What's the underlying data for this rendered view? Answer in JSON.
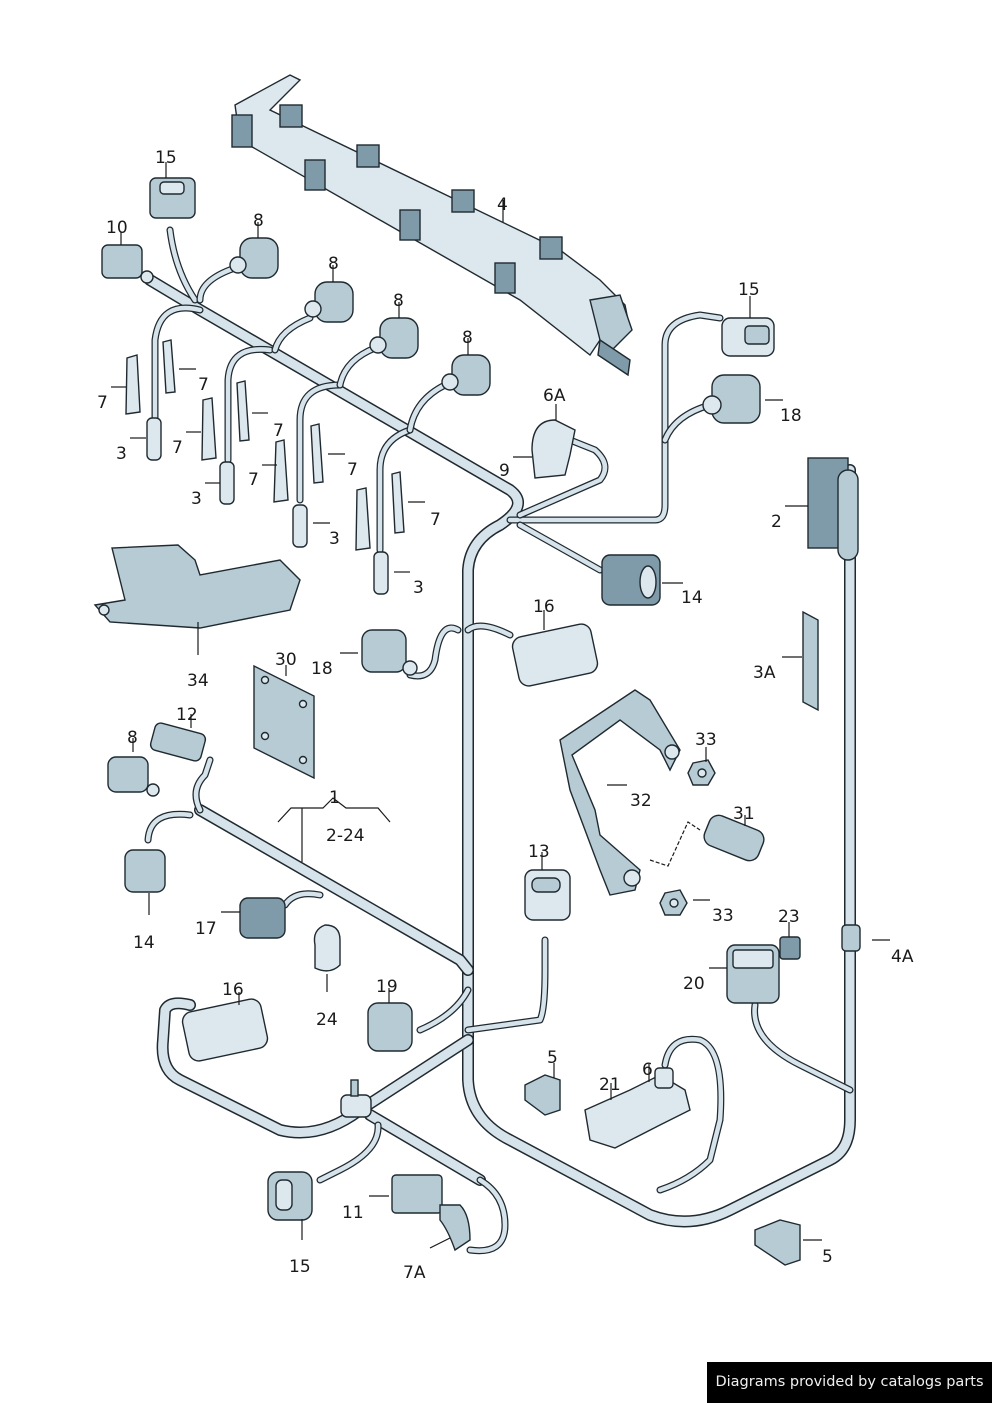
{
  "diagram": {
    "title": "Wiring harness parts diagram",
    "callouts": [
      {
        "id": "c-15a",
        "text": "15"
      },
      {
        "id": "c-10",
        "text": "10"
      },
      {
        "id": "c-8a",
        "text": "8"
      },
      {
        "id": "c-8b",
        "text": "8"
      },
      {
        "id": "c-8c",
        "text": "8"
      },
      {
        "id": "c-8d",
        "text": "8"
      },
      {
        "id": "c-4",
        "text": "4"
      },
      {
        "id": "c-7a",
        "text": "7"
      },
      {
        "id": "c-7b",
        "text": "7"
      },
      {
        "id": "c-7c",
        "text": "7"
      },
      {
        "id": "c-7d",
        "text": "7"
      },
      {
        "id": "c-7e",
        "text": "7"
      },
      {
        "id": "c-7f",
        "text": "7"
      },
      {
        "id": "c-7g",
        "text": "7"
      },
      {
        "id": "c-3a",
        "text": "3"
      },
      {
        "id": "c-3b",
        "text": "3"
      },
      {
        "id": "c-3c",
        "text": "3"
      },
      {
        "id": "c-3d",
        "text": "3"
      },
      {
        "id": "c-15b",
        "text": "15"
      },
      {
        "id": "c-18a",
        "text": "18"
      },
      {
        "id": "c-6A",
        "text": "6A"
      },
      {
        "id": "c-9",
        "text": "9"
      },
      {
        "id": "c-2",
        "text": "2"
      },
      {
        "id": "c-14a",
        "text": "14"
      },
      {
        "id": "c-34",
        "text": "34"
      },
      {
        "id": "c-16a",
        "text": "16"
      },
      {
        "id": "c-30",
        "text": "30"
      },
      {
        "id": "c-18b",
        "text": "18"
      },
      {
        "id": "c-3A",
        "text": "3A"
      },
      {
        "id": "c-12",
        "text": "12"
      },
      {
        "id": "c-8e",
        "text": "8"
      },
      {
        "id": "c-1",
        "text": "1"
      },
      {
        "id": "c-2-24",
        "text": "2-24"
      },
      {
        "id": "c-33a",
        "text": "33"
      },
      {
        "id": "c-32",
        "text": "32"
      },
      {
        "id": "c-31",
        "text": "31"
      },
      {
        "id": "c-13",
        "text": "13"
      },
      {
        "id": "c-33b",
        "text": "33"
      },
      {
        "id": "c-14b",
        "text": "14"
      },
      {
        "id": "c-17",
        "text": "17"
      },
      {
        "id": "c-23",
        "text": "23"
      },
      {
        "id": "c-4A",
        "text": "4A"
      },
      {
        "id": "c-20",
        "text": "20"
      },
      {
        "id": "c-16b",
        "text": "16"
      },
      {
        "id": "c-24",
        "text": "24"
      },
      {
        "id": "c-19",
        "text": "19"
      },
      {
        "id": "c-5a",
        "text": "5"
      },
      {
        "id": "c-6",
        "text": "6"
      },
      {
        "id": "c-21",
        "text": "21"
      },
      {
        "id": "c-11",
        "text": "11"
      },
      {
        "id": "c-15c",
        "text": "15"
      },
      {
        "id": "c-7A",
        "text": "7A"
      },
      {
        "id": "c-5b",
        "text": "5"
      }
    ]
  },
  "footer": {
    "credit": "Diagrams provided by catalogs parts"
  },
  "colors": {
    "background": "#ffffff",
    "part_fill": "#b7cbd5",
    "outline": "#1f2a30",
    "credit_bg": "#000000"
  }
}
